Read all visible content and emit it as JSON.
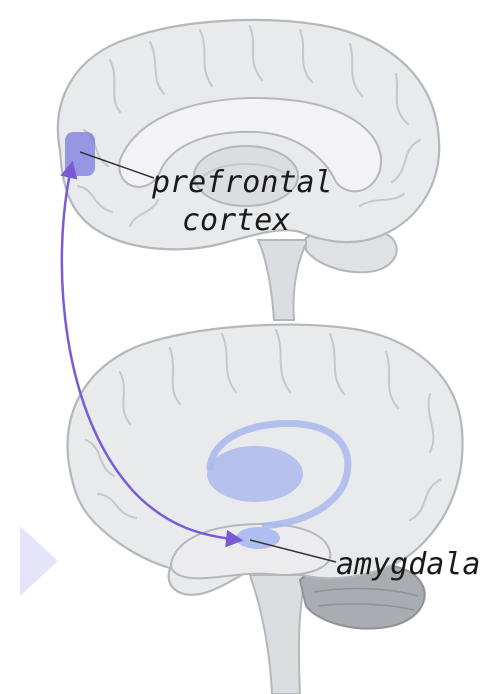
{
  "labels": {
    "prefrontal_line1": "prefrontal",
    "prefrontal_line2": "cortex",
    "amygdala": "amygdala"
  },
  "colors": {
    "brain_fill": "#e9eaec",
    "brain_outline": "#b4b7bc",
    "brain_fold": "#c4c7cc",
    "brainstem": "#dcdde0",
    "cerebellum": "#a9acb1",
    "highlight_region": "#7a7ae0",
    "limbic_region": "#a9b8ee",
    "arrow": "#7a5bd6",
    "pointer_line": "#333333",
    "side_triangle": "#e6e4fb"
  },
  "icons": {
    "side_marker": "triangle-pointer-icon",
    "connection": "double-headed-arrow-icon"
  }
}
